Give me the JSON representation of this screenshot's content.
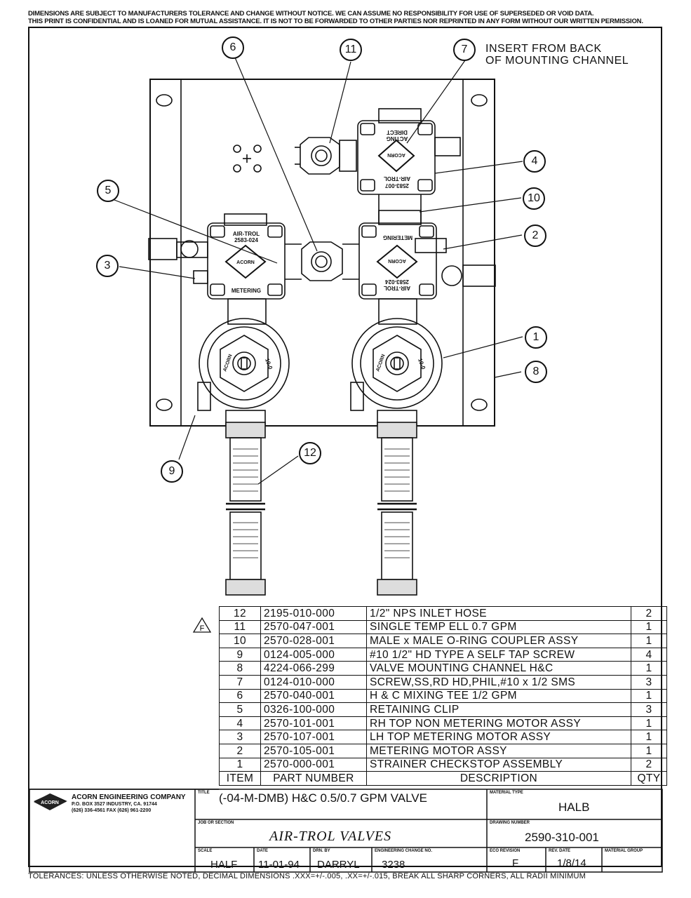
{
  "header": {
    "line1": "DIMENSIONS ARE SUBJECT TO MANUFACTURERS TOLERANCE AND CHANGE WITHOUT NOTICE. WE CAN ASSUME NO RESPONSIBILITY FOR USE OF SUPERSEDED OR VOID DATA.",
    "line2": "THIS PRINT IS CONFIDENTIAL AND IS LOANED FOR MUTUAL ASSISTANCE. IT IS NOT TO BE FORWARDED TO OTHER PARTIES NOR REPRINTED IN ANY FORM WITHOUT OUR WRITTEN PERMISSION."
  },
  "note": {
    "line1": "INSERT FROM BACK",
    "line2": "OF MOUNTING CHANNEL"
  },
  "drawing_labels": {
    "left_upper": "AIR-TROL",
    "left_part": "2583-024",
    "left_lower": "METERING",
    "left_brand": "ACORN",
    "right_top_line1": "DIRECT",
    "right_top_line2": "ACTING",
    "right_top_brand": "ACORN",
    "right_top_lower1": "AIR-TROL",
    "right_top_lower2": "2583-007",
    "right_mid_upper": "METERING",
    "right_mid_lower1": "AIR-",
    "right_mid_lower2": "TROL",
    "right_mid_part": "2583-024",
    "knob_brand": "ACORN",
    "knob_text": "10-0"
  },
  "balloons": [
    "1",
    "2",
    "3",
    "4",
    "5",
    "6",
    "7",
    "8",
    "9",
    "10",
    "11",
    "12"
  ],
  "bom": {
    "headers": {
      "item": "ITEM",
      "part": "PART NUMBER",
      "desc": "DESCRIPTION",
      "qty": "QTY"
    },
    "rows": [
      {
        "item": "12",
        "part": "2195-010-000",
        "desc": "1/2\" NPS INLET HOSE",
        "qty": "2"
      },
      {
        "item": "11",
        "part": "2570-047-001",
        "desc": "SINGLE TEMP ELL 0.7 GPM",
        "qty": "1"
      },
      {
        "item": "10",
        "part": "2570-028-001",
        "desc": "MALE x MALE O-RING COUPLER ASSY",
        "qty": "1"
      },
      {
        "item": "9",
        "part": "0124-005-000",
        "desc": "#10 1/2\" HD TYPE A SELF TAP SCREW",
        "qty": "4"
      },
      {
        "item": "8",
        "part": "4224-066-299",
        "desc": "VALVE MOUNTING CHANNEL H&C",
        "qty": "1"
      },
      {
        "item": "7",
        "part": "0124-010-000",
        "desc": "SCREW,SS,RD HD,PHIL,#10 x 1/2 SMS",
        "qty": "3"
      },
      {
        "item": "6",
        "part": "2570-040-001",
        "desc": "H & C MIXING TEE 1/2 GPM",
        "qty": "1"
      },
      {
        "item": "5",
        "part": "0326-100-000",
        "desc": "RETAINING CLIP",
        "qty": "3"
      },
      {
        "item": "4",
        "part": "2570-101-001",
        "desc": "RH TOP NON METERING MOTOR ASSY",
        "qty": "1"
      },
      {
        "item": "3",
        "part": "2570-107-001",
        "desc": "LH TOP METERING MOTOR ASSY",
        "qty": "1"
      },
      {
        "item": "2",
        "part": "2570-105-001",
        "desc": "METERING MOTOR ASSY",
        "qty": "1"
      },
      {
        "item": "1",
        "part": "2570-000-001",
        "desc": "STRAINER CHECKSTOP ASSEMBLY",
        "qty": "2"
      }
    ],
    "revision_marker": "F"
  },
  "title_block": {
    "company": "ACORN ENGINEERING COMPANY",
    "address": "P.O. BOX 3527 INDUSTRY, CA. 91744",
    "phone": "(626) 336-4561 FAX (626) 961-2200",
    "title_label": "TITLE",
    "title": "(-04-M-DMB) H&C 0.5/0.7 GPM VALVE",
    "material_label": "MATERIAL TYPE",
    "material": "HALB",
    "job_label": "JOB OR SECTION",
    "job": "AIR-TROL VALVES",
    "drawing_label": "DRAWING NUMBER",
    "drawing_number": "2590-310-001",
    "scale_label": "SCALE",
    "scale": "HALF",
    "date_label": "DATE",
    "date": "11-01-94",
    "drn_label": "DRN. BY",
    "drn": "DARRYL",
    "ecn_label": "ENGINEERING CHANGE NO.",
    "ecn": "3238",
    "eco_label": "ECO REVISION",
    "eco": "F",
    "rev_date_label": "REV. DATE",
    "rev_date": "1/8/14",
    "material_group_label": "MATERIAL GROUP",
    "material_group": ""
  },
  "footer": "TOLERANCES: UNLESS OTHERWISE NOTED, DECIMAL DIMENSIONS .XXX=+/-.005, .XX=+/-.015, BREAK ALL SHARP CORNERS, ALL RADII MINIMUM"
}
